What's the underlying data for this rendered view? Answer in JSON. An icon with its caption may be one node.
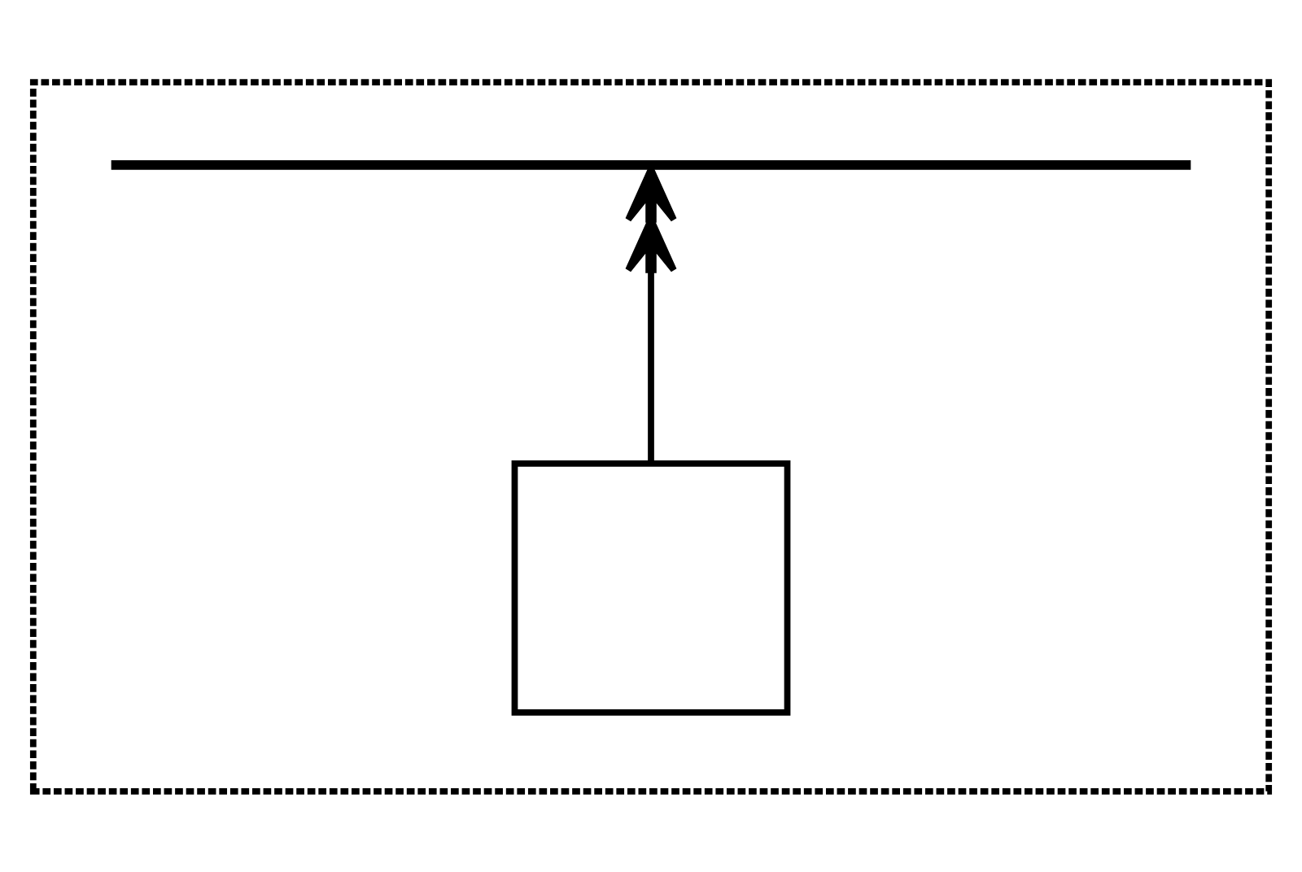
{
  "diagram": {
    "nodes": [
      {
        "text": [],
        "shape": "box"
      },
      {
        "text": [],
        "shape": "bar",
        "in": 0
      },
      {
        "text": [],
        "shape": "box",
        "in": 0
      }
    ],
    "edges": [
      {
        "from": 2,
        "to": 1,
        "arrow": "to"
      }
    ]
  }
}
